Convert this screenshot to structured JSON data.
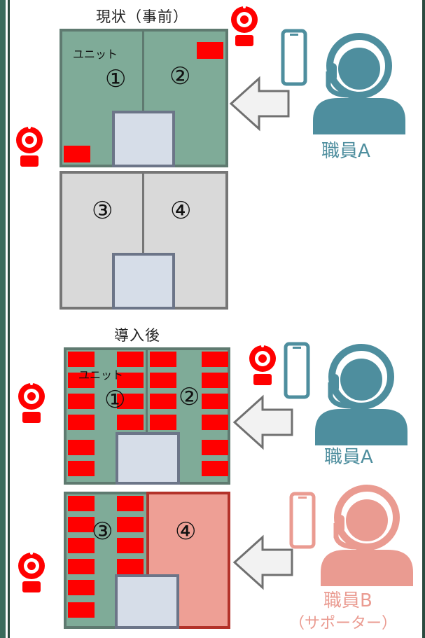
{
  "before": {
    "title": "現状（事前）",
    "unit_label": "ユニット",
    "units": [
      "①",
      "②",
      "③",
      "④"
    ],
    "staff": "職員A"
  },
  "after": {
    "title": "導入後",
    "unit_label": "ユニット",
    "units": [
      "①",
      "②",
      "③",
      "④"
    ],
    "staff_a": "職員A",
    "staff_b": "職員B",
    "staff_b_role": "（サポーター）"
  },
  "colors": {
    "unit_green": "#7fab98",
    "unit_gray": "#d9d9d9",
    "sensor_red": "#ff0000",
    "support_pink": "#ee9f95",
    "staff_a_teal": "#4e8e9e",
    "staff_b_salmon": "#ea9b91",
    "camera_red": "#ff0000"
  },
  "icons": [
    "camera-icon",
    "smartphone-icon",
    "headset-staff-icon",
    "arrow-left-icon"
  ]
}
